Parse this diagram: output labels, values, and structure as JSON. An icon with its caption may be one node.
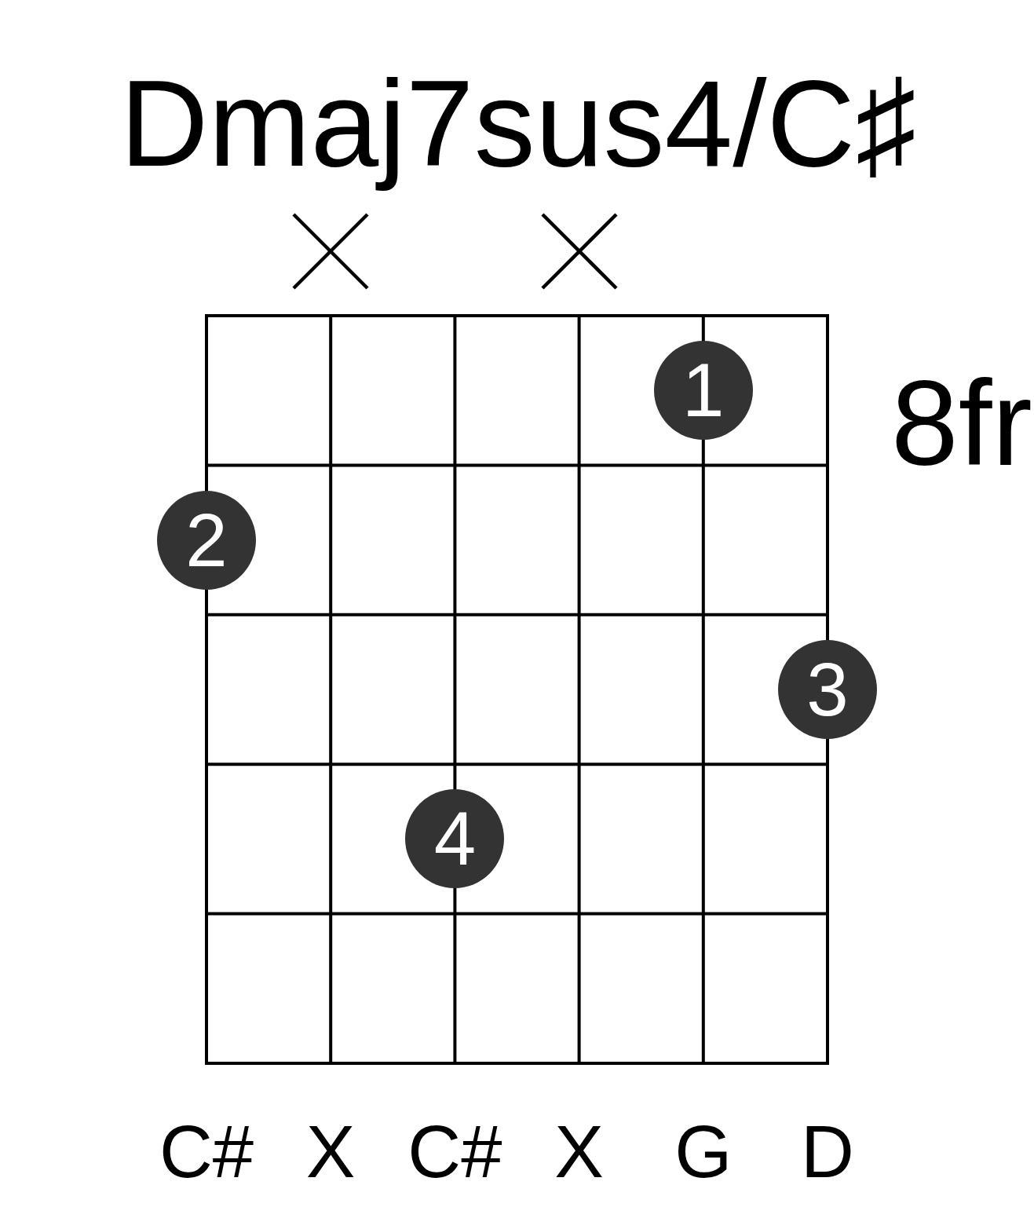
{
  "diagram": {
    "title": "Dmaj7sus4/C♯",
    "nodes": [
      {
        "text": [
          "1"
        ]
      },
      {
        "text": [
          "2"
        ]
      },
      {
        "text": [
          "3"
        ]
      },
      {
        "text": [
          "4"
        ]
      }
    ],
    "labels": [
      "8fr",
      "C#",
      "X",
      "C#",
      "X",
      "G",
      "D"
    ]
  }
}
